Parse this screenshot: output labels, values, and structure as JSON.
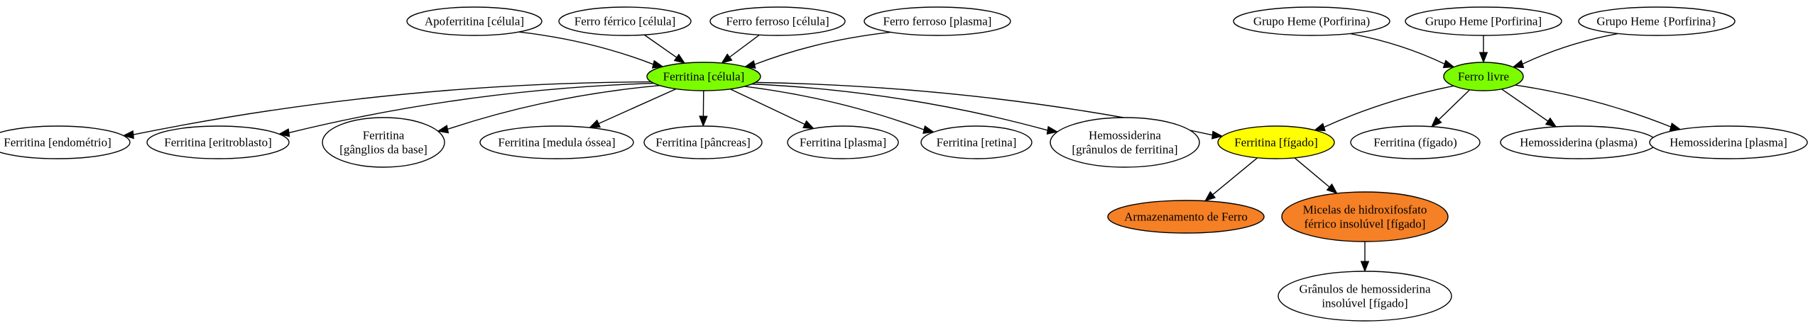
{
  "colors": {
    "background": "#ffffff",
    "default_fill": "#ffffff",
    "green": "#7cfc00",
    "yellow": "#ffff00",
    "orange": "#f58025",
    "stroke": "#000000"
  },
  "nodes": [
    {
      "id": "apoferritina_celula",
      "lines": [
        "Apoferritina [célula]"
      ],
      "fill": "default_fill"
    },
    {
      "id": "ferro_ferrico_celula",
      "lines": [
        "Ferro férrico [célula]"
      ],
      "fill": "default_fill"
    },
    {
      "id": "ferro_ferroso_celula",
      "lines": [
        "Ferro ferroso [célula]"
      ],
      "fill": "default_fill"
    },
    {
      "id": "ferro_ferroso_plasma",
      "lines": [
        "Ferro ferroso [plasma]"
      ],
      "fill": "default_fill"
    },
    {
      "id": "grupo_heme_1",
      "lines": [
        "Grupo Heme (Porfirina)"
      ],
      "fill": "default_fill"
    },
    {
      "id": "grupo_heme_2",
      "lines": [
        "Grupo Heme [Porfirina]"
      ],
      "fill": "default_fill"
    },
    {
      "id": "grupo_heme_3",
      "lines": [
        "Grupo Heme {Porfirina}"
      ],
      "fill": "default_fill"
    },
    {
      "id": "ferritina_celula",
      "lines": [
        "Ferritina [célula]"
      ],
      "fill": "green"
    },
    {
      "id": "ferro_livre",
      "lines": [
        "Ferro livre"
      ],
      "fill": "green"
    },
    {
      "id": "ferritina_endometrio",
      "lines": [
        "Ferritina [endométrio]"
      ],
      "fill": "default_fill"
    },
    {
      "id": "ferritina_eritroblasto",
      "lines": [
        "Ferritina [eritroblasto]"
      ],
      "fill": "default_fill"
    },
    {
      "id": "ferritina_ganglios",
      "lines": [
        "Ferritina",
        "[gânglios da base]"
      ],
      "fill": "default_fill"
    },
    {
      "id": "ferritina_medula",
      "lines": [
        "Ferritina [medula óssea]"
      ],
      "fill": "default_fill"
    },
    {
      "id": "ferritina_pancreas",
      "lines": [
        "Ferritina [pâncreas]"
      ],
      "fill": "default_fill"
    },
    {
      "id": "ferritina_plasma",
      "lines": [
        "Ferritina [plasma]"
      ],
      "fill": "default_fill"
    },
    {
      "id": "ferritina_retina",
      "lines": [
        "Ferritina [retina]"
      ],
      "fill": "default_fill"
    },
    {
      "id": "hemossiderina_granulos",
      "lines": [
        "Hemossiderina",
        "[grânulos de ferritina]"
      ],
      "fill": "default_fill"
    },
    {
      "id": "ferritina_figado_bracket",
      "lines": [
        "Ferritina [fígado]"
      ],
      "fill": "yellow"
    },
    {
      "id": "ferritina_figado_paren",
      "lines": [
        "Ferritina (fígado)"
      ],
      "fill": "default_fill"
    },
    {
      "id": "hemossiderina_plasma_paren",
      "lines": [
        "Hemossiderina (plasma)"
      ],
      "fill": "default_fill"
    },
    {
      "id": "hemossiderina_plasma_bracket",
      "lines": [
        "Hemossiderina [plasma]"
      ],
      "fill": "default_fill"
    },
    {
      "id": "armazenamento_ferro",
      "lines": [
        "Armazenamento de Ferro"
      ],
      "fill": "orange"
    },
    {
      "id": "micelas",
      "lines": [
        "Micelas de hidroxifosfato",
        "férrico insolúvel [fígado]"
      ],
      "fill": "orange"
    },
    {
      "id": "granulos_hemossiderina",
      "lines": [
        "Grânulos de hemossiderina",
        "insolúvel [fígado]"
      ],
      "fill": "default_fill"
    }
  ],
  "edges": [
    {
      "from": "apoferritina_celula",
      "to": "ferritina_celula"
    },
    {
      "from": "ferro_ferrico_celula",
      "to": "ferritina_celula"
    },
    {
      "from": "ferro_ferroso_celula",
      "to": "ferritina_celula"
    },
    {
      "from": "ferro_ferroso_plasma",
      "to": "ferritina_celula"
    },
    {
      "from": "grupo_heme_1",
      "to": "ferro_livre"
    },
    {
      "from": "grupo_heme_2",
      "to": "ferro_livre"
    },
    {
      "from": "grupo_heme_3",
      "to": "ferro_livre"
    },
    {
      "from": "ferritina_celula",
      "to": "ferritina_endometrio"
    },
    {
      "from": "ferritina_celula",
      "to": "ferritina_eritroblasto"
    },
    {
      "from": "ferritina_celula",
      "to": "ferritina_ganglios"
    },
    {
      "from": "ferritina_celula",
      "to": "ferritina_medula"
    },
    {
      "from": "ferritina_celula",
      "to": "ferritina_pancreas"
    },
    {
      "from": "ferritina_celula",
      "to": "ferritina_plasma"
    },
    {
      "from": "ferritina_celula",
      "to": "ferritina_retina"
    },
    {
      "from": "ferritina_celula",
      "to": "hemossiderina_granulos"
    },
    {
      "from": "ferritina_celula",
      "to": "ferritina_figado_bracket"
    },
    {
      "from": "ferro_livre",
      "to": "ferritina_figado_bracket"
    },
    {
      "from": "ferro_livre",
      "to": "ferritina_figado_paren"
    },
    {
      "from": "ferro_livre",
      "to": "hemossiderina_plasma_paren"
    },
    {
      "from": "ferro_livre",
      "to": "hemossiderina_plasma_bracket"
    },
    {
      "from": "ferritina_figado_bracket",
      "to": "armazenamento_ferro"
    },
    {
      "from": "ferritina_figado_bracket",
      "to": "micelas"
    },
    {
      "from": "micelas",
      "to": "granulos_hemossiderina"
    }
  ]
}
